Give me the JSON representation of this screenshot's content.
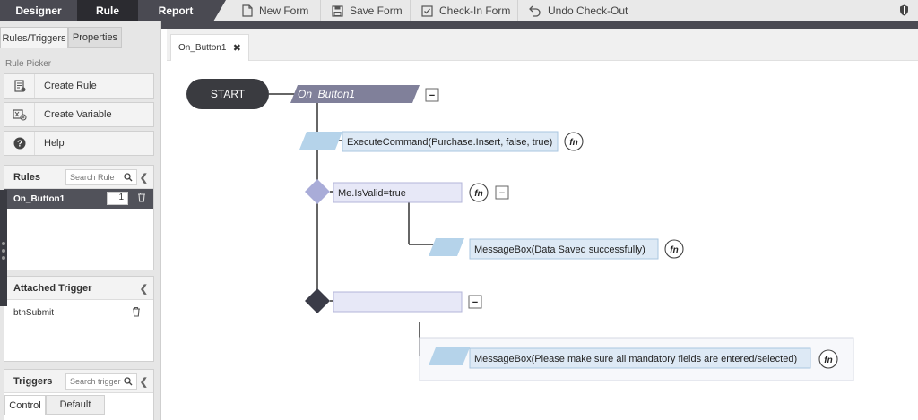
{
  "topbar": {
    "tabs": [
      "Designer",
      "Rule",
      "Report"
    ],
    "active_tab": "Rule",
    "tools": [
      {
        "label": "New Form",
        "icon": "new-form-icon"
      },
      {
        "label": "Save Form",
        "icon": "save-icon"
      },
      {
        "label": "Check-In Form",
        "icon": "check-in-icon"
      },
      {
        "label": "Undo Check-Out",
        "icon": "undo-icon"
      }
    ],
    "right_icon": "shield-icon"
  },
  "left_panel": {
    "tabs": [
      "Rules/Triggers",
      "Properties"
    ],
    "active_tab": "Rules/Triggers",
    "rule_picker_label": "Rule Picker",
    "picker_buttons": [
      {
        "label": "Create Rule",
        "icon": "create-rule-icon"
      },
      {
        "label": "Create Variable",
        "icon": "create-variable-icon"
      },
      {
        "label": "Help",
        "icon": "help-icon"
      }
    ],
    "rules": {
      "title": "Rules",
      "search_placeholder": "Search Rule",
      "items": [
        {
          "name": "On_Button1",
          "count": "1"
        }
      ]
    },
    "attached_trigger": {
      "title": "Attached Trigger",
      "items": [
        {
          "name": "btnSubmit"
        }
      ]
    },
    "triggers": {
      "title": "Triggers",
      "search_placeholder": "Search trigger",
      "tabs": [
        "Control",
        "Default"
      ],
      "active_tab": "Control"
    }
  },
  "canvas": {
    "doc_tab": "On_Button1",
    "flow": {
      "start_label": "START",
      "rule_name": "On_Button1",
      "action1": "ExecuteCommand(Purchase.Insert, false, true)",
      "condition1": "Me.IsValid=true",
      "action2": "MessageBox(Data Saved successfully)",
      "condition2": "",
      "action3": "MessageBox(Please make sure all mandatory fields are entered/selected)",
      "fn_label": "fn",
      "collapse_label": "−"
    }
  },
  "colors": {
    "dark_tab": "#4a4a52",
    "active_tab": "#2b2b30",
    "flow_box_fill": "#dde9f5",
    "flow_box_border": "#a9c6e0",
    "parallelogram": "#b5d3ea",
    "condition_fill": "#e7e8f7",
    "condition_border": "#b3b5d8",
    "diamond_light": "#a9acd8",
    "diamond_dark": "#3b3c48",
    "rule_banner": "#80809a"
  }
}
